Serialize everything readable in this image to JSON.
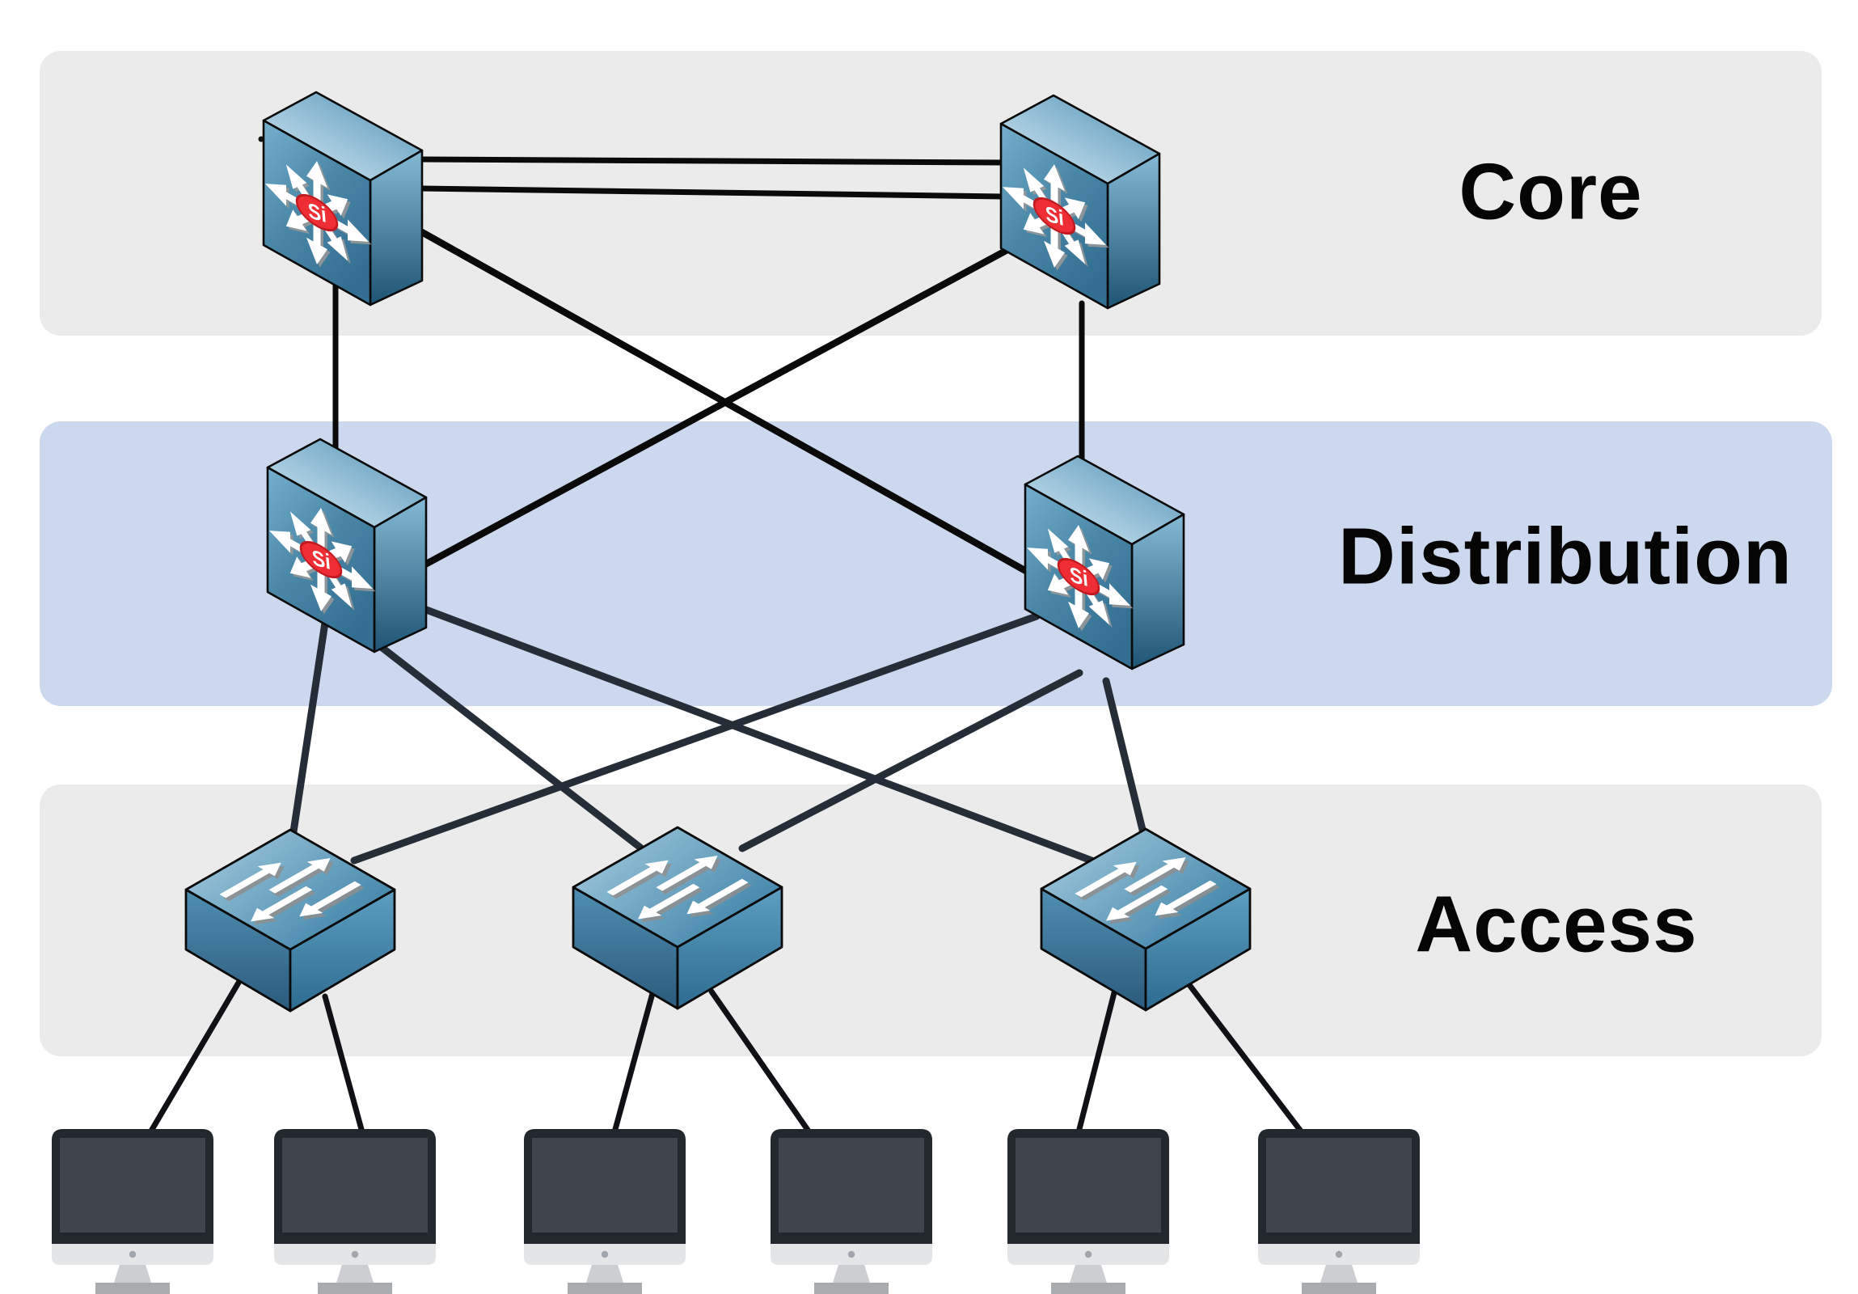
{
  "diagram_type": "three-tier-network-topology",
  "layers": [
    {
      "id": "core",
      "label": "Core",
      "band_color": "#ebebeb",
      "devices": [
        {
          "id": "core-switch-1",
          "type": "multilayer-switch",
          "icon": "multilayer-switch-icon"
        },
        {
          "id": "core-switch-2",
          "type": "multilayer-switch",
          "icon": "multilayer-switch-icon"
        }
      ]
    },
    {
      "id": "distribution",
      "label": "Distribution",
      "band_color": "#ccd8ee",
      "devices": [
        {
          "id": "distribution-switch-1",
          "type": "multilayer-switch",
          "icon": "multilayer-switch-icon"
        },
        {
          "id": "distribution-switch-2",
          "type": "multilayer-switch",
          "icon": "multilayer-switch-icon"
        }
      ]
    },
    {
      "id": "access",
      "label": "Access",
      "band_color": "#ebebeb",
      "devices": [
        {
          "id": "access-switch-1",
          "type": "workgroup-switch",
          "icon": "access-switch-icon"
        },
        {
          "id": "access-switch-2",
          "type": "workgroup-switch",
          "icon": "access-switch-icon"
        },
        {
          "id": "access-switch-3",
          "type": "workgroup-switch",
          "icon": "access-switch-icon"
        }
      ]
    }
  ],
  "endpoints": [
    {
      "id": "pc-1",
      "type": "computer",
      "icon": "computer-icon"
    },
    {
      "id": "pc-2",
      "type": "computer",
      "icon": "computer-icon"
    },
    {
      "id": "pc-3",
      "type": "computer",
      "icon": "computer-icon"
    },
    {
      "id": "pc-4",
      "type": "computer",
      "icon": "computer-icon"
    },
    {
      "id": "pc-5",
      "type": "computer",
      "icon": "computer-icon"
    },
    {
      "id": "pc-6",
      "type": "computer",
      "icon": "computer-icon"
    }
  ],
  "icons": {
    "multilayer_switch": {
      "name": "multilayer-switch-icon",
      "badge_text": "Si",
      "badge_color": "#ee2e34",
      "body_color": "#4a86a6",
      "arrow_color": "#ffffff"
    },
    "access_switch": {
      "name": "access-switch-icon",
      "body_color": "#4a86a6",
      "arrow_color": "#ffffff"
    },
    "computer": {
      "name": "computer-icon",
      "bezel_color": "#23282e",
      "screen_color": "#3e454c",
      "chin_color": "#e3e5e7"
    }
  },
  "link_colors": {
    "core": "#0a0a0a",
    "distribution": "#252d37",
    "endpoint": "#101114"
  },
  "links": [
    {
      "from": "core-switch-1",
      "to": "core-switch-2",
      "note": "redundant-pair-link-1"
    },
    {
      "from": "core-switch-1",
      "to": "core-switch-2",
      "note": "redundant-pair-link-2"
    },
    {
      "from": "core-switch-1",
      "to": "distribution-switch-1"
    },
    {
      "from": "core-switch-1",
      "to": "distribution-switch-2"
    },
    {
      "from": "core-switch-2",
      "to": "distribution-switch-1"
    },
    {
      "from": "core-switch-2",
      "to": "distribution-switch-2"
    },
    {
      "from": "distribution-switch-1",
      "to": "access-switch-1"
    },
    {
      "from": "distribution-switch-1",
      "to": "access-switch-2"
    },
    {
      "from": "distribution-switch-1",
      "to": "access-switch-3"
    },
    {
      "from": "distribution-switch-2",
      "to": "access-switch-1"
    },
    {
      "from": "distribution-switch-2",
      "to": "access-switch-2"
    },
    {
      "from": "distribution-switch-2",
      "to": "access-switch-3"
    },
    {
      "from": "access-switch-1",
      "to": "pc-1"
    },
    {
      "from": "access-switch-1",
      "to": "pc-2"
    },
    {
      "from": "access-switch-2",
      "to": "pc-3"
    },
    {
      "from": "access-switch-2",
      "to": "pc-4"
    },
    {
      "from": "access-switch-3",
      "to": "pc-5"
    },
    {
      "from": "access-switch-3",
      "to": "pc-6"
    }
  ]
}
